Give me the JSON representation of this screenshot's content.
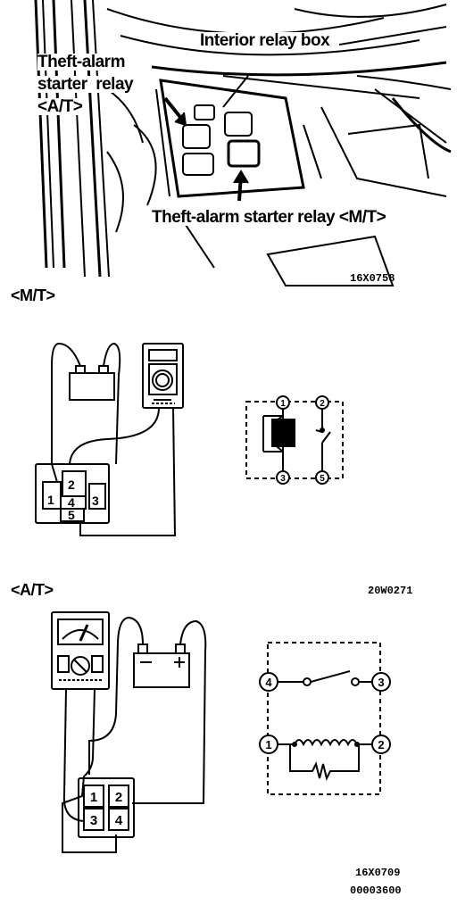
{
  "photo": {
    "label_interior_box": "Interior relay box",
    "label_at_relay": [
      "Theft-alarm",
      "starter  relay",
      "<A/T>"
    ],
    "label_mt_relay": "Theft-alarm starter relay <M/T>",
    "code": "16X0758"
  },
  "mt_section": {
    "heading": "<M/T>",
    "relay_pins": [
      "1",
      "2",
      "3",
      "4",
      "5"
    ],
    "schematic_pins": [
      "1",
      "2",
      "3",
      "5"
    ]
  },
  "at_section": {
    "heading": "<A/T>",
    "code": "20W0271",
    "relay_pins": [
      "1",
      "2",
      "3",
      "4"
    ],
    "schematic_pins": [
      "4",
      "3",
      "1",
      "2"
    ]
  },
  "footer": {
    "code1": "16X0709",
    "code2": "00003600"
  },
  "colors": {
    "ink": "#000000",
    "paper": "#ffffff"
  }
}
